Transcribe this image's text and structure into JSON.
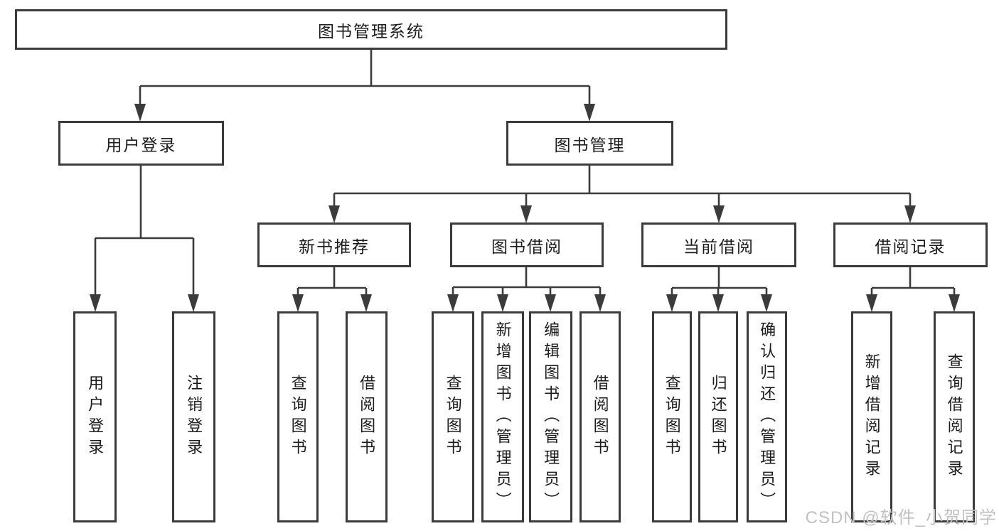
{
  "diagram_title": "图书管理系统",
  "style": {
    "line_color": "#3b3b3b",
    "text_color": "#1c1c1c",
    "box_background": "#ffffff",
    "watermark_color": "#c2c1c1"
  },
  "tree": {
    "label": "图书管理系统",
    "children": [
      {
        "label": "用户登录",
        "children": [
          {
            "label": "用户登录"
          },
          {
            "label": "注销登录"
          }
        ]
      },
      {
        "label": "图书管理",
        "children": [
          {
            "label": "新书推荐",
            "children": [
              {
                "label": "查询图书"
              },
              {
                "label": "借阅图书"
              }
            ]
          },
          {
            "label": "图书借阅",
            "children": [
              {
                "label": "查询图书"
              },
              {
                "label": "新增图书（管理员）"
              },
              {
                "label": "编辑图书（管理员）"
              },
              {
                "label": "借阅图书"
              }
            ]
          },
          {
            "label": "当前借阅",
            "children": [
              {
                "label": "查询图书"
              },
              {
                "label": "归还图书"
              },
              {
                "label": "确认归还（管理员）"
              }
            ]
          },
          {
            "label": "借阅记录",
            "children": [
              {
                "label": "新增借阅记录"
              },
              {
                "label": "查询借阅记录"
              }
            ]
          }
        ]
      }
    ]
  },
  "watermark": {
    "text": "CSDN @软件_小贺同学"
  }
}
